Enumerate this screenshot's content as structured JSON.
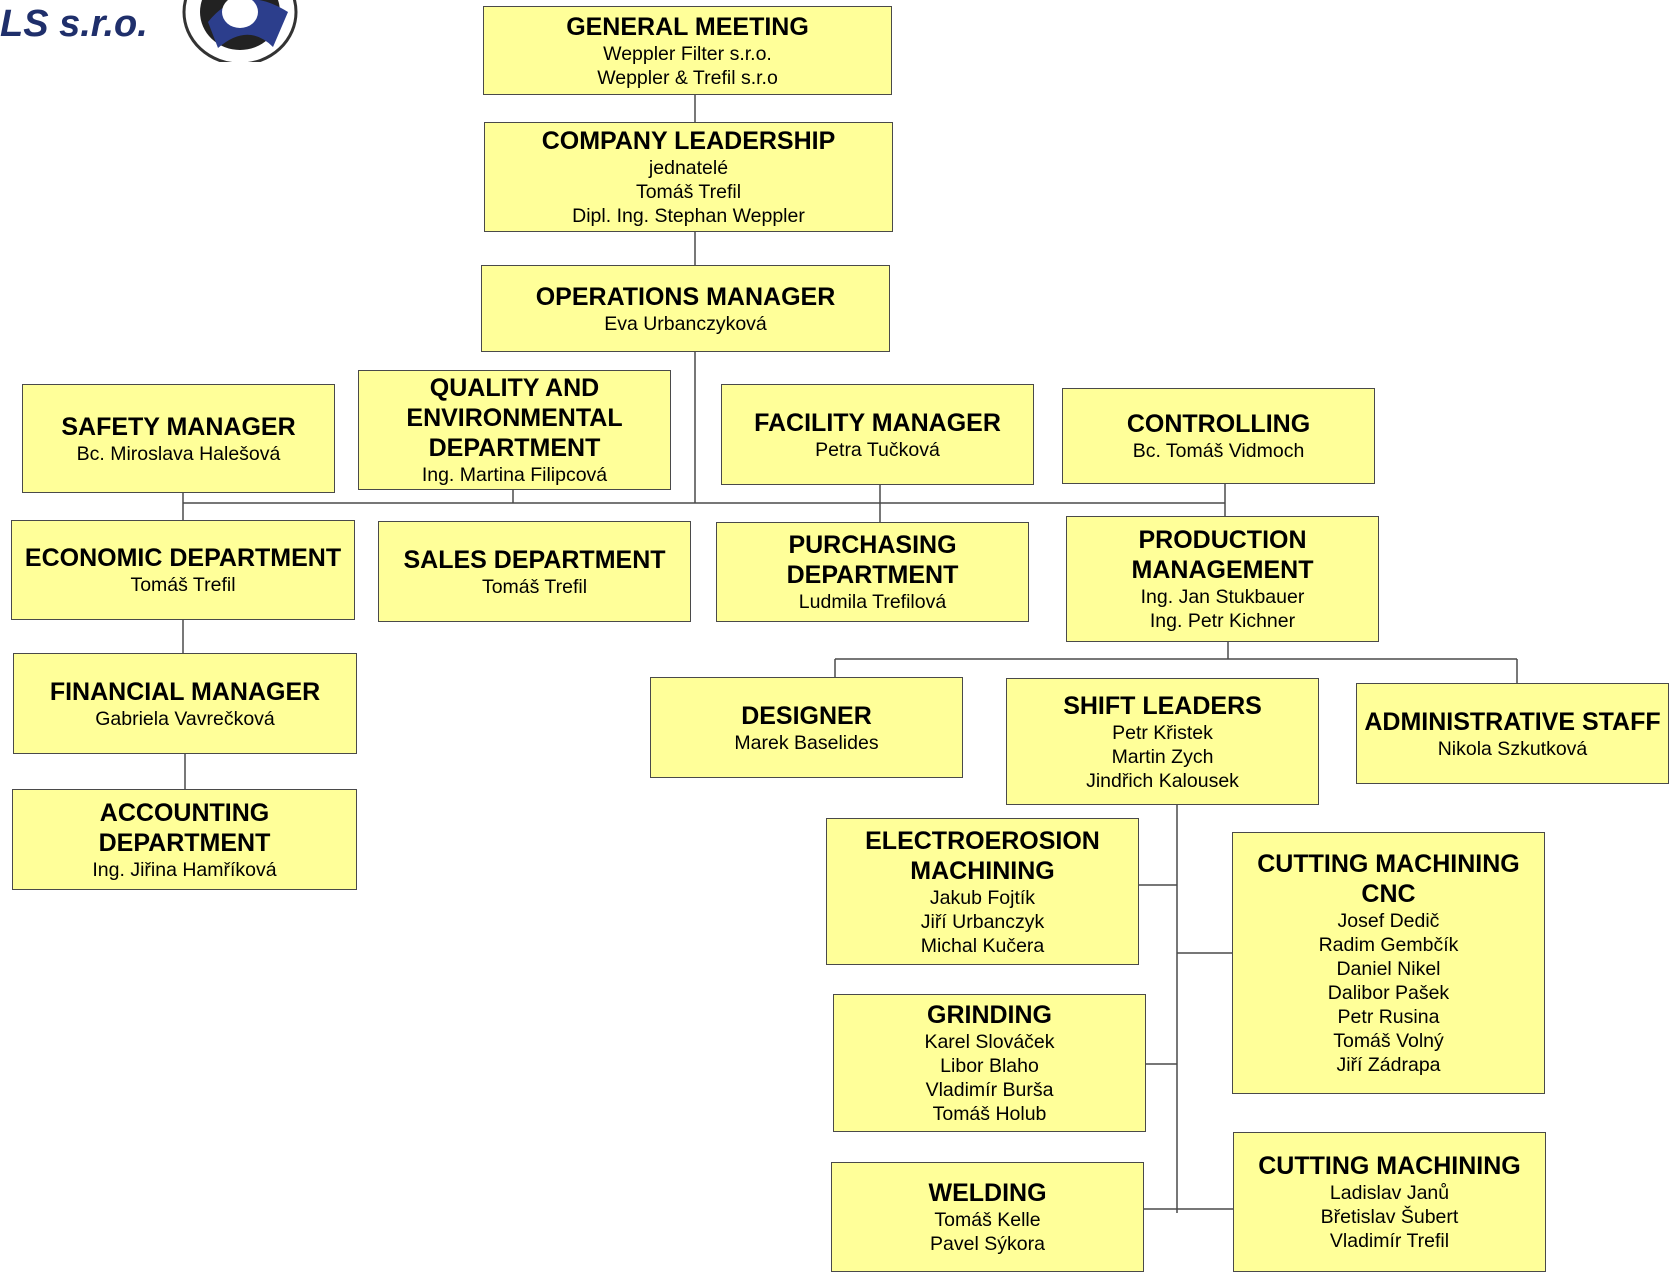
{
  "logo": {
    "text": "LS s.r.o."
  },
  "nodes": {
    "general_meeting": {
      "title": "GENERAL MEETING",
      "people": [
        "Weppler Filter s.r.o.",
        "Weppler & Trefil s.r.o"
      ]
    },
    "company_leadership": {
      "title": "COMPANY LEADERSHIP",
      "people": [
        "jednatelé",
        "Tomáš Trefil",
        "Dipl. Ing. Stephan Weppler"
      ]
    },
    "operations_manager": {
      "title": "OPERATIONS MANAGER",
      "people": [
        "Eva Urbanczyková"
      ]
    },
    "safety_manager": {
      "title": "SAFETY MANAGER",
      "people": [
        "Bc. Miroslava Halešová"
      ]
    },
    "quality": {
      "title": "QUALITY AND ENVIRONMENTAL DEPARTMENT",
      "people": [
        "Ing. Martina Filipcová"
      ]
    },
    "facility_manager": {
      "title": "FACILITY MANAGER",
      "people": [
        "Petra Tučková"
      ]
    },
    "controlling": {
      "title": "CONTROLLING",
      "people": [
        "Bc. Tomáš Vidmoch"
      ]
    },
    "economic": {
      "title": "ECONOMIC DEPARTMENT",
      "people": [
        "Tomáš Trefil"
      ]
    },
    "sales": {
      "title": "SALES DEPARTMENT",
      "people": [
        "Tomáš Trefil"
      ]
    },
    "purchasing": {
      "title": "PURCHASING DEPARTMENT",
      "people": [
        "Ludmila Trefilová"
      ]
    },
    "production": {
      "title": "PRODUCTION MANAGEMENT",
      "people": [
        "Ing. Jan Stukbauer",
        "Ing. Petr Kichner"
      ]
    },
    "financial_manager": {
      "title": "FINANCIAL MANAGER",
      "people": [
        "Gabriela Vavrečková"
      ]
    },
    "accounting": {
      "title": "ACCOUNTING DEPARTMENT",
      "people": [
        "Ing. Jiřina Hamříková"
      ]
    },
    "designer": {
      "title": "DESIGNER",
      "people": [
        "Marek Baselides"
      ]
    },
    "shift_leaders": {
      "title": "SHIFT LEADERS",
      "people": [
        "Petr Křistek",
        "Martin Zych",
        "Jindřich Kalousek"
      ]
    },
    "administrative": {
      "title": "ADMINISTRATIVE STAFF",
      "people": [
        "Nikola Szkutková"
      ]
    },
    "electroerosion": {
      "title": "ELECTROEROSION MACHINING",
      "people": [
        "Jakub Fojtík",
        "Jiří Urbanczyk",
        "Michal Kučera"
      ]
    },
    "cnc": {
      "title": "CUTTING MACHINING CNC",
      "people": [
        "Josef Dedič",
        "Radim Gembčík",
        "Daniel Nikel",
        "Dalibor Pašek",
        "Petr Rusina",
        "Tomáš Volný",
        "Jiří Zádrapa"
      ]
    },
    "grinding": {
      "title": "GRINDING",
      "people": [
        "Karel Slováček",
        "Libor Blaho",
        "Vladimír Burša",
        "Tomáš Holub"
      ]
    },
    "welding": {
      "title": "WELDING",
      "people": [
        "Tomáš Kelle",
        "Pavel Sýkora"
      ]
    },
    "cutting": {
      "title": "CUTTING MACHINING",
      "people": [
        "Ladislav Janů",
        "Břetislav Šubert",
        "Vladimír Trefil"
      ]
    }
  }
}
